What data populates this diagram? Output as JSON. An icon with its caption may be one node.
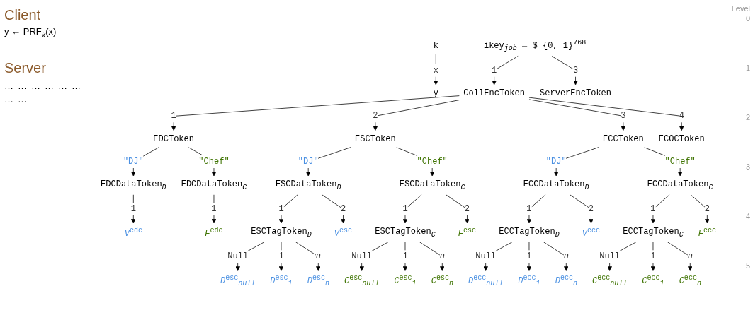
{
  "diagram": {
    "nodes": [
      {
        "text": [
          "ikey$_{job}$ ← $ {0, 1}$^{768}$"
        ]
      },
      {
        "text": [
          "k"
        ]
      },
      {
        "text": [
          "y"
        ]
      },
      {
        "text": [
          "CollEncToken"
        ]
      },
      {
        "text": [
          "ServerEncToken"
        ]
      },
      {
        "text": [
          "EDCToken"
        ]
      },
      {
        "text": [
          "ESCToken"
        ]
      },
      {
        "text": [
          "ECCToken"
        ]
      },
      {
        "text": [
          "ECOCToken"
        ]
      },
      {
        "text": [
          "EDCDataToken$_{D}$"
        ]
      },
      {
        "text": [
          "EDCDataToken$_{C}$"
        ]
      },
      {
        "text": [
          "ESCDataToken$_{D}$"
        ]
      },
      {
        "text": [
          "ESCDataToken$_{C}$"
        ]
      },
      {
        "text": [
          "ECCDataToken$_{D}$"
        ]
      },
      {
        "text": [
          "ECCDataToken$_{C}$"
        ]
      },
      {
        "text": [
          "*V*$^{edc}$"
        ]
      },
      {
        "text": [
          "*F*$^{edc}$"
        ]
      },
      {
        "text": [
          "ESCTagToken$_{D}$"
        ]
      },
      {
        "text": [
          "*V*$^{esc}$"
        ]
      },
      {
        "text": [
          "ESCTagToken$_{C}$"
        ]
      },
      {
        "text": [
          "*F*$^{esc}$"
        ]
      },
      {
        "text": [
          "ECCTagToken$_{D}$"
        ]
      },
      {
        "text": [
          "*V*$^{ecc}$"
        ]
      },
      {
        "text": [
          "ECCTagToken$_{C}$"
        ]
      },
      {
        "text": [
          "*F*$^{ecc}$"
        ]
      },
      {
        "text": [
          "*D*$^{esc}$$_{null}$"
        ]
      },
      {
        "text": [
          "*D*$^{esc}$$_{1}$"
        ]
      },
      {
        "text": [
          "*D*$^{esc}$$_{n}$"
        ]
      },
      {
        "text": [
          "*C*$^{esc}$$_{null}$"
        ]
      },
      {
        "text": [
          "*C*$^{esc}$$_{1}$"
        ]
      },
      {
        "text": [
          "*C*$^{esc}$$_{n}$"
        ]
      },
      {
        "text": [
          "*D*$^{ecc}$$_{null}$"
        ]
      },
      {
        "text": [
          "*D*$^{ecc}$$_{1}$"
        ]
      },
      {
        "text": [
          "*D*$^{ecc}$$_{n}$"
        ]
      },
      {
        "text": [
          "*C*$^{ecc}$$_{null}$"
        ]
      },
      {
        "text": [
          "*C*$^{ecc}$$_{1}$"
        ]
      },
      {
        "text": [
          "*C*$^{ecc}$$_{n}$"
        ]
      }
    ],
    "edges": [
      {
        "from": 0,
        "to": 3,
        "arrow": "to",
        "label": "1"
      },
      {
        "from": 0,
        "to": 4,
        "arrow": "to",
        "label": "3"
      },
      {
        "from": 1,
        "to": 2,
        "arrow": "to",
        "label": "x"
      },
      {
        "from": 3,
        "to": 5,
        "arrow": "to",
        "label": "1"
      },
      {
        "from": 3,
        "to": 6,
        "arrow": "to",
        "label": "2"
      },
      {
        "from": 3,
        "to": 7,
        "arrow": "to",
        "label": "3"
      },
      {
        "from": 3,
        "to": 8,
        "arrow": "to",
        "label": "4"
      },
      {
        "from": 5,
        "to": 9,
        "arrow": "to",
        "label": "\"DJ\""
      },
      {
        "from": 5,
        "to": 10,
        "arrow": "to",
        "label": "\"Chef\""
      },
      {
        "from": 6,
        "to": 11,
        "arrow": "to",
        "label": "\"DJ\""
      },
      {
        "from": 6,
        "to": 12,
        "arrow": "to",
        "label": "\"Chef\""
      },
      {
        "from": 7,
        "to": 13,
        "arrow": "to",
        "label": "\"DJ\""
      },
      {
        "from": 7,
        "to": 14,
        "arrow": "to",
        "label": "\"Chef\""
      },
      {
        "from": 9,
        "to": 15,
        "arrow": "to",
        "label": "1"
      },
      {
        "from": 10,
        "to": 16,
        "arrow": "to",
        "label": "1"
      },
      {
        "from": 11,
        "to": 17,
        "arrow": "to",
        "label": "1"
      },
      {
        "from": 11,
        "to": 18,
        "arrow": "to",
        "label": "2"
      },
      {
        "from": 12,
        "to": 19,
        "arrow": "to",
        "label": "1"
      },
      {
        "from": 12,
        "to": 20,
        "arrow": "to",
        "label": "2"
      },
      {
        "from": 13,
        "to": 21,
        "arrow": "to",
        "label": "1"
      },
      {
        "from": 13,
        "to": 22,
        "arrow": "to",
        "label": "2"
      },
      {
        "from": 14,
        "to": 23,
        "arrow": "to",
        "label": "1"
      },
      {
        "from": 14,
        "to": 24,
        "arrow": "to",
        "label": "2"
      },
      {
        "from": 17,
        "to": 25,
        "arrow": "to",
        "label": "Null"
      },
      {
        "from": 17,
        "to": 26,
        "arrow": "to",
        "label": "1"
      },
      {
        "from": 17,
        "to": 27,
        "arrow": "to",
        "label": "*n*"
      },
      {
        "from": 19,
        "to": 28,
        "arrow": "to",
        "label": "Null"
      },
      {
        "from": 19,
        "to": 29,
        "arrow": "to",
        "label": "1"
      },
      {
        "from": 19,
        "to": 30,
        "arrow": "to",
        "label": "*n*"
      },
      {
        "from": 21,
        "to": 31,
        "arrow": "to",
        "label": "Null"
      },
      {
        "from": 21,
        "to": 32,
        "arrow": "to",
        "label": "1"
      },
      {
        "from": 21,
        "to": 33,
        "arrow": "to",
        "label": "*n*"
      },
      {
        "from": 23,
        "to": 34,
        "arrow": "to",
        "label": "Null"
      },
      {
        "from": 23,
        "to": 35,
        "arrow": "to",
        "label": "1"
      },
      {
        "from": 23,
        "to": 36,
        "arrow": "to",
        "label": "*n*"
      }
    ],
    "labels": [
      "Client",
      "Level",
      "0",
      "y ← PRF$_{k}$(x)",
      "1",
      "2",
      "3",
      "Server",
      "4",
      "…",
      "…",
      "…",
      "…",
      "…",
      "…",
      "…",
      "…",
      "5"
    ]
  }
}
